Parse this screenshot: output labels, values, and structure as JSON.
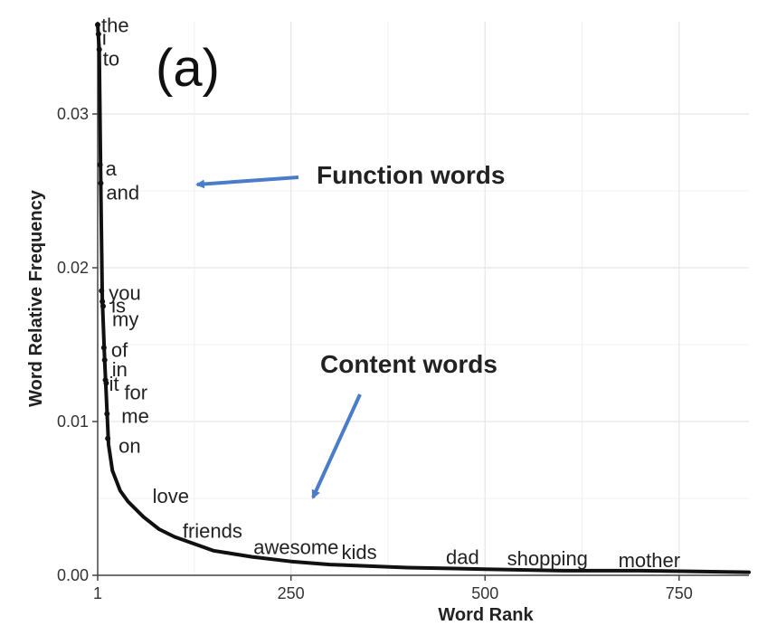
{
  "chart_data": {
    "type": "scatter",
    "panel_label": "(a)",
    "xlabel": "Word Rank",
    "ylabel": "Word Relative Frequency",
    "xlim": [
      1,
      840
    ],
    "ylim": [
      0,
      0.036
    ],
    "xticks": [
      {
        "value": 1,
        "label": "1"
      },
      {
        "value": 250,
        "label": "250"
      },
      {
        "value": 500,
        "label": "500"
      },
      {
        "value": 750,
        "label": "750"
      }
    ],
    "yticks": [
      {
        "value": 0.0,
        "label": "0.00"
      },
      {
        "value": 0.01,
        "label": "0.01"
      },
      {
        "value": 0.02,
        "label": "0.02"
      },
      {
        "value": 0.03,
        "label": "0.03"
      }
    ],
    "grid": true,
    "labeled_points": [
      {
        "word": "the",
        "rank": 1,
        "frequency": 0.0358
      },
      {
        "word": "i",
        "rank": 2,
        "frequency": 0.0352
      },
      {
        "word": "to",
        "rank": 3,
        "frequency": 0.0342
      },
      {
        "word": "a",
        "rank": 4,
        "frequency": 0.0267
      },
      {
        "word": "and",
        "rank": 5,
        "frequency": 0.0255
      },
      {
        "word": "you",
        "rank": 6,
        "frequency": 0.0185
      },
      {
        "word": "is",
        "rank": 7,
        "frequency": 0.0178
      },
      {
        "word": "my",
        "rank": 8,
        "frequency": 0.0175
      },
      {
        "word": "of",
        "rank": 9,
        "frequency": 0.0148
      },
      {
        "word": "in",
        "rank": 10,
        "frequency": 0.014
      },
      {
        "word": "it",
        "rank": 11,
        "frequency": 0.0127
      },
      {
        "word": "for",
        "rank": 12,
        "frequency": 0.0125
      },
      {
        "word": "me",
        "rank": 13,
        "frequency": 0.0105
      },
      {
        "word": "on",
        "rank": 14,
        "frequency": 0.0089
      },
      {
        "word": "love",
        "rank": 60,
        "frequency": 0.004
      },
      {
        "word": "friends",
        "rank": 150,
        "frequency": 0.0015
      },
      {
        "word": "awesome",
        "rank": 260,
        "frequency": 0.0009
      },
      {
        "word": "kids",
        "rank": 350,
        "frequency": 0.0007
      },
      {
        "word": "dad",
        "rank": 480,
        "frequency": 0.0005
      },
      {
        "word": "shopping",
        "rank": 610,
        "frequency": 0.0004
      },
      {
        "word": "mother",
        "rank": 730,
        "frequency": 0.0003
      }
    ],
    "curve": [
      {
        "rank": 1,
        "frequency": 0.0358
      },
      {
        "rank": 3,
        "frequency": 0.0342
      },
      {
        "rank": 5,
        "frequency": 0.0255
      },
      {
        "rank": 7,
        "frequency": 0.018
      },
      {
        "rank": 10,
        "frequency": 0.014
      },
      {
        "rank": 15,
        "frequency": 0.0085
      },
      {
        "rank": 20,
        "frequency": 0.0068
      },
      {
        "rank": 30,
        "frequency": 0.0055
      },
      {
        "rank": 40,
        "frequency": 0.0048
      },
      {
        "rank": 60,
        "frequency": 0.0038
      },
      {
        "rank": 80,
        "frequency": 0.003
      },
      {
        "rank": 100,
        "frequency": 0.0025
      },
      {
        "rank": 150,
        "frequency": 0.0016
      },
      {
        "rank": 200,
        "frequency": 0.0012
      },
      {
        "rank": 250,
        "frequency": 0.0009
      },
      {
        "rank": 300,
        "frequency": 0.0007
      },
      {
        "rank": 400,
        "frequency": 0.0005
      },
      {
        "rank": 500,
        "frequency": 0.0004
      },
      {
        "rank": 600,
        "frequency": 0.0003
      },
      {
        "rank": 700,
        "frequency": 0.0003
      },
      {
        "rank": 840,
        "frequency": 0.0002
      }
    ],
    "annotations": [
      {
        "text": "Function words",
        "arrow_from_rank": 100,
        "arrow_from_freq": 0.0265,
        "arrow_to_rank": 45,
        "arrow_to_freq": 0.0262
      },
      {
        "text": "Content words",
        "arrow_from_rank": 130,
        "arrow_from_freq": 0.0122,
        "arrow_to_rank": 90,
        "arrow_to_freq": 0.0052
      }
    ],
    "colors": {
      "points": "#111111",
      "arrow": "#4a7cc9",
      "grid": "#e6e6e6",
      "axis": "#444444"
    }
  }
}
